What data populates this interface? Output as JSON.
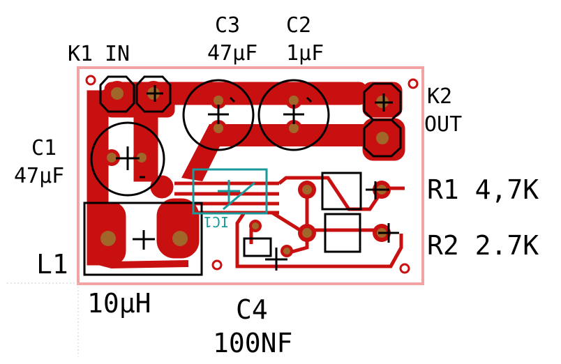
{
  "labels": {
    "k1": "K1",
    "k1_in": "IN",
    "c3": "C3",
    "c3_val": "47µF",
    "c2": "C2",
    "c2_val": "1µF",
    "k2": "K2",
    "k2_out": "OUT",
    "c1": "C1",
    "c1_val": "47µF",
    "r1": "R1 4,7K",
    "r2": "R2 2.7K",
    "ic": "IC1",
    "l1": "L1",
    "l1_val": "10µH",
    "c4": "C4",
    "c4_val": "100NF"
  },
  "colors": {
    "copper": "#c81010",
    "pad": "#a0662a",
    "silk": "#000000",
    "outline": "#f0a0a0",
    "ic_outline": "#1a9a9a"
  }
}
